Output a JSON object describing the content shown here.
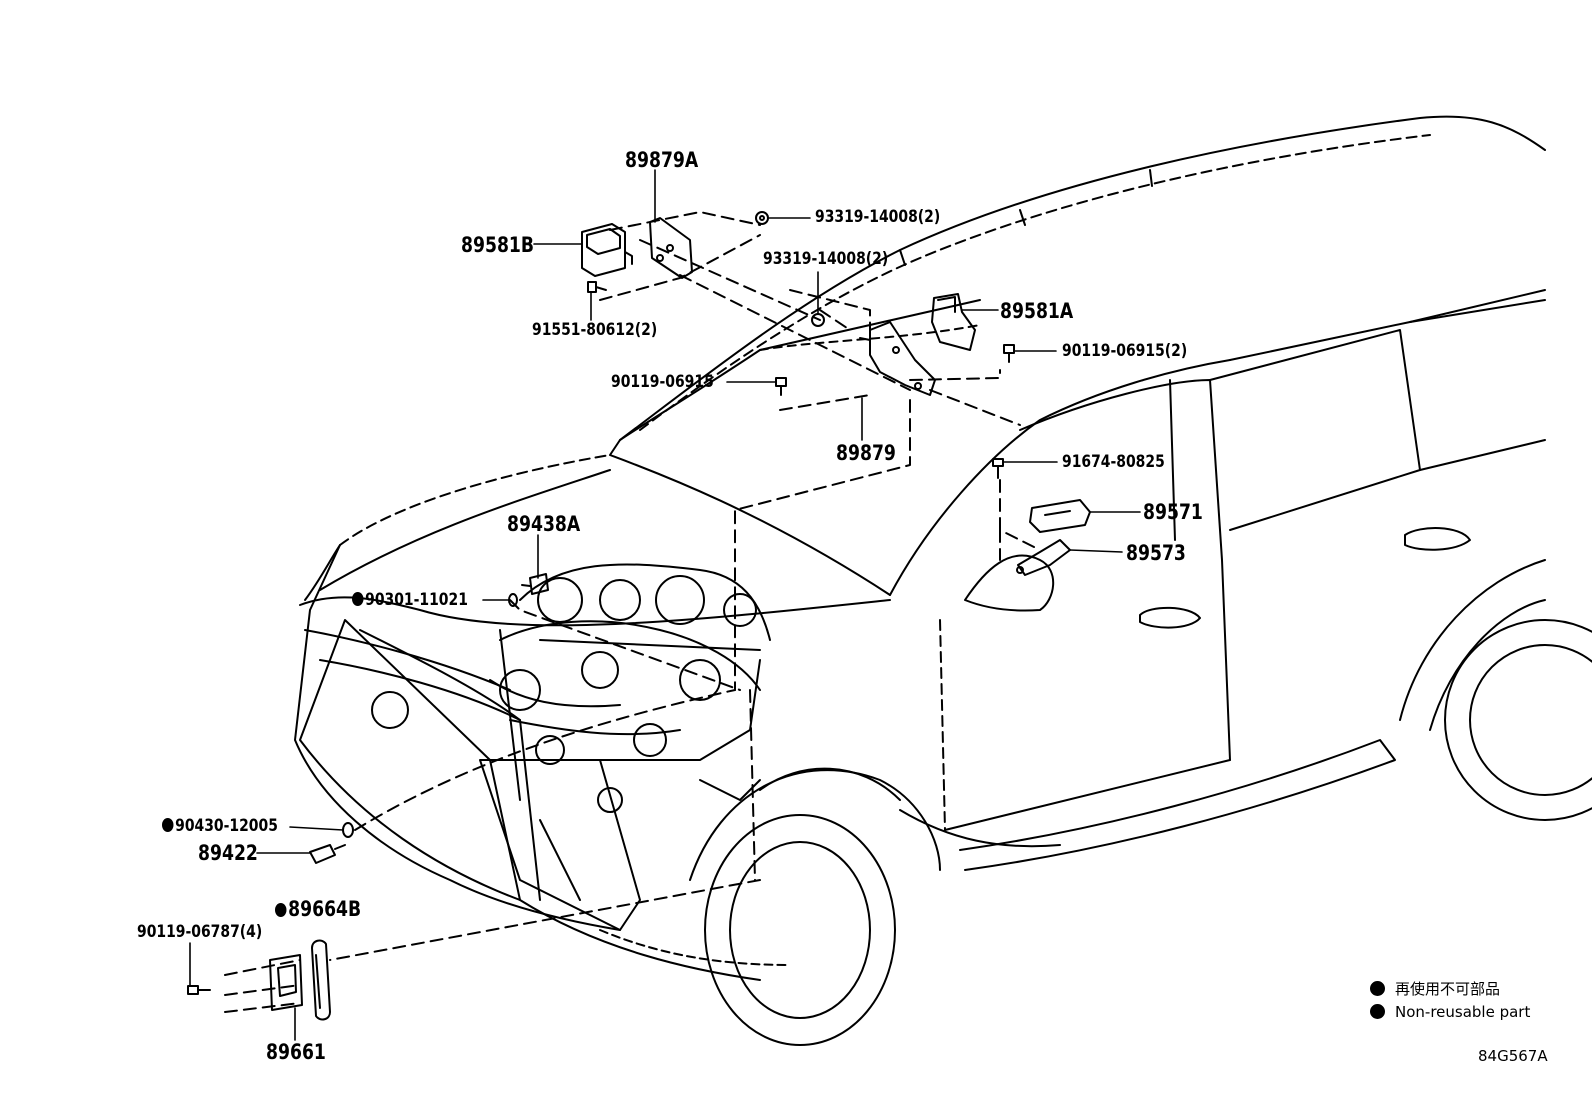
{
  "diagram": {
    "drawing_code": "84G567A",
    "legend": [
      {
        "text": "再使用不可部品",
        "icon": "filled-circle"
      },
      {
        "text": "Non-reusable part",
        "icon": "filled-circle"
      }
    ],
    "callouts": [
      {
        "id": "89879A",
        "text": "89879A",
        "non_reusable": false
      },
      {
        "id": "89581B",
        "text": "89581B",
        "non_reusable": false
      },
      {
        "id": "93319-14008-a",
        "text": "93319-14008(2)",
        "non_reusable": false
      },
      {
        "id": "93319-14008-b",
        "text": "93319-14008(2)",
        "non_reusable": false
      },
      {
        "id": "91551-80612",
        "text": "91551-80612(2)",
        "non_reusable": false
      },
      {
        "id": "89581A",
        "text": "89581A",
        "non_reusable": false
      },
      {
        "id": "90119-06915-a",
        "text": "90119-06915(2)",
        "non_reusable": false
      },
      {
        "id": "90119-06915-b",
        "text": "90119-06915",
        "non_reusable": false
      },
      {
        "id": "89879",
        "text": "89879",
        "non_reusable": false
      },
      {
        "id": "91674-80825",
        "text": "91674-80825",
        "non_reusable": false
      },
      {
        "id": "89571",
        "text": "89571",
        "non_reusable": false
      },
      {
        "id": "89573",
        "text": "89573",
        "non_reusable": false
      },
      {
        "id": "89438A",
        "text": "89438A",
        "non_reusable": false
      },
      {
        "id": "90301-11021",
        "text": "90301-11021",
        "non_reusable": true
      },
      {
        "id": "90430-12005",
        "text": "90430-12005",
        "non_reusable": true
      },
      {
        "id": "89422",
        "text": "89422",
        "non_reusable": false
      },
      {
        "id": "89664B",
        "text": "89664B",
        "non_reusable": true
      },
      {
        "id": "90119-06787",
        "text": "90119-06787(4)",
        "non_reusable": false
      },
      {
        "id": "89661",
        "text": "89661",
        "non_reusable": false
      }
    ]
  }
}
